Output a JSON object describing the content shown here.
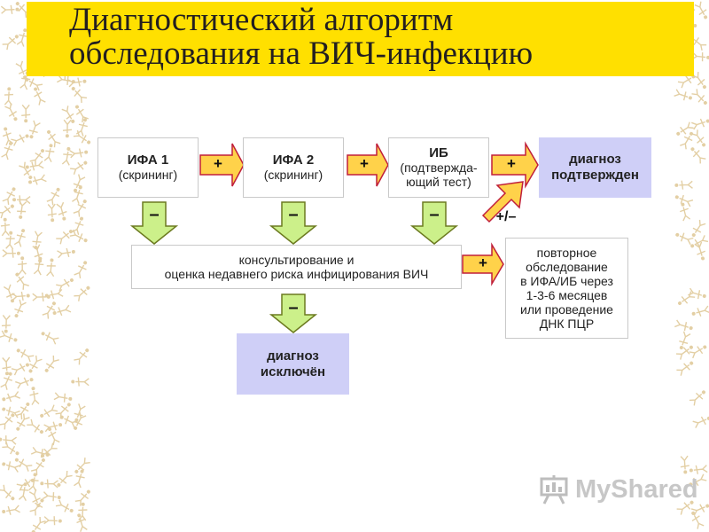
{
  "title": {
    "line1": "Диагностический алгоритм",
    "line2": "обследования на ВИЧ-инфекцию"
  },
  "boxes": {
    "ifa1": {
      "main": "ИФА 1",
      "sub": "(скрининг)"
    },
    "ifa2": {
      "main": "ИФА 2",
      "sub": "(скрининг)"
    },
    "ib": {
      "main": "ИБ",
      "sub1": "(подтвержда-",
      "sub2": "ющий тест)"
    },
    "confirmed": {
      "line1": "диагноз",
      "line2": "подтвержден"
    },
    "counseling": {
      "line1": "консультирование и",
      "line2": "оценка недавнего риска инфицирования ВИЧ"
    },
    "repeat": {
      "lines": [
        "повторное",
        "обследование",
        "в ИФА/ИБ через",
        "1-3-6 месяцев",
        "или проведение",
        "ДНК ПЦР"
      ]
    },
    "excluded": {
      "line1": "диагноз",
      "line2": "исключён"
    }
  },
  "arrow_labels": {
    "plus": "+",
    "minus": "–",
    "plus_minus": "+/–"
  },
  "colors": {
    "title_band": "#ffe000",
    "arrow_fill": "#ffd24a",
    "arrow_stroke": "#c01f3a",
    "down_arrow_fill": "#ccf08a",
    "down_arrow_stroke": "#6c7a20",
    "result_box": "#cfcff7"
  },
  "logo": {
    "text": "MyShared",
    "icon": "presentation-board-icon"
  }
}
